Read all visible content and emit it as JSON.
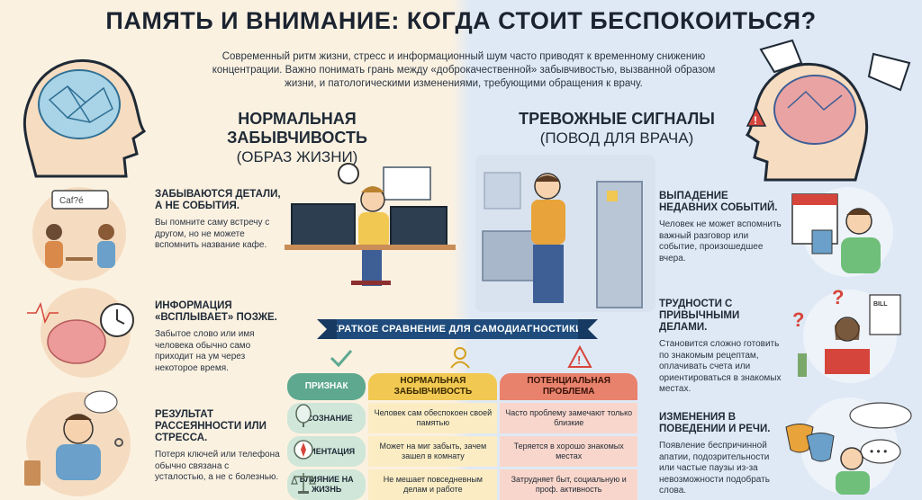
{
  "header": {
    "title": "ПАМЯТЬ И ВНИМАНИЕ: КОГДА СТОИТ БЕСПОКОИТЬСЯ?",
    "intro": "Современный ритм жизни, стресс и информационный шум часто приводят к временному снижению концентрации. Важно понимать грань между «доброкачественной» забывчивостью, вызванной образом жизни, и патологическими изменениями, требующими обращения к врачу."
  },
  "left_section": {
    "title": "НОРМАЛЬНАЯ ЗАБЫВЧИВОСТЬ",
    "subtitle": "(ОБРАЗ ЖИЗНИ)",
    "items": [
      {
        "title": "ЗАБЫВАЮТСЯ ДЕТАЛИ, А НЕ СОБЫТИЯ.",
        "text": "Вы помните саму встречу с другом, но не можете вспомнить название кафе.",
        "sign": "Caf?é"
      },
      {
        "title": "ИНФОРМАЦИЯ «ВСПЛЫВАЕТ» ПОЗЖЕ.",
        "text": "Забытое слово или имя человека обычно само приходит на ум через некоторое время."
      },
      {
        "title": "РЕЗУЛЬТАТ РАССЕЯННОСТИ ИЛИ СТРЕССА.",
        "text": "Потеря ключей или телефона обычно связана с усталостью, а не с болезнью."
      }
    ]
  },
  "right_section": {
    "title": "ТРЕВОЖНЫЕ СИГНАЛЫ",
    "subtitle": "(ПОВОД ДЛЯ ВРАЧА)",
    "items": [
      {
        "title": "ВЫПАДЕНИЕ НЕДАВНИХ СОБЫТИЙ.",
        "text": "Человек не может вспомнить важный разговор или событие, произошедшее вчера."
      },
      {
        "title": "ТРУДНОСТИ С ПРИВЫЧНЫМИ ДЕЛАМИ.",
        "text": "Становится сложно готовить по знакомым рецептам, оплачивать счета или ориентироваться в знакомых местах.",
        "bill": "BILL"
      },
      {
        "title": "ИЗМЕНЕНИЯ В ПОВЕДЕНИИ И РЕЧИ.",
        "text": "Появление беспричинной апатии, подозрительности или частые паузы из-за невозможности подобрать слова."
      }
    ]
  },
  "comparison": {
    "banner": "КРАТКОЕ СРАВНЕНИЕ ДЛЯ САМОДИАГНОСТИКИ",
    "headers": [
      "ПРИЗНАК",
      "НОРМАЛЬНАЯ ЗАБЫВЧИВОСТЬ",
      "ПОТЕНЦИАЛЬНАЯ ПРОБЛЕМА"
    ],
    "rows": [
      {
        "sign": "ОСОЗНАНИЕ",
        "normal": "Человек сам обеспокоен своей памятью",
        "problem": "Часто проблему замечают только близкие"
      },
      {
        "sign": "ОРИЕНТАЦИЯ",
        "normal": "Может на миг забыть, зачем зашел в комнату",
        "problem": "Теряется в хорошо знакомых местах"
      },
      {
        "sign": "ВЛИЯНИЕ НА ЖИЗНЬ",
        "normal": "Не мешает повседневным делам и работе",
        "problem": "Затрудняет быт, социальную и проф. активность"
      }
    ]
  },
  "colors": {
    "accent": "#1f4c7c",
    "warm_bg": "#fbf1e1",
    "cool_bg": "#dfe9f5",
    "green": "#5ea890",
    "yellow": "#f1c851",
    "red": "#e8826c"
  }
}
